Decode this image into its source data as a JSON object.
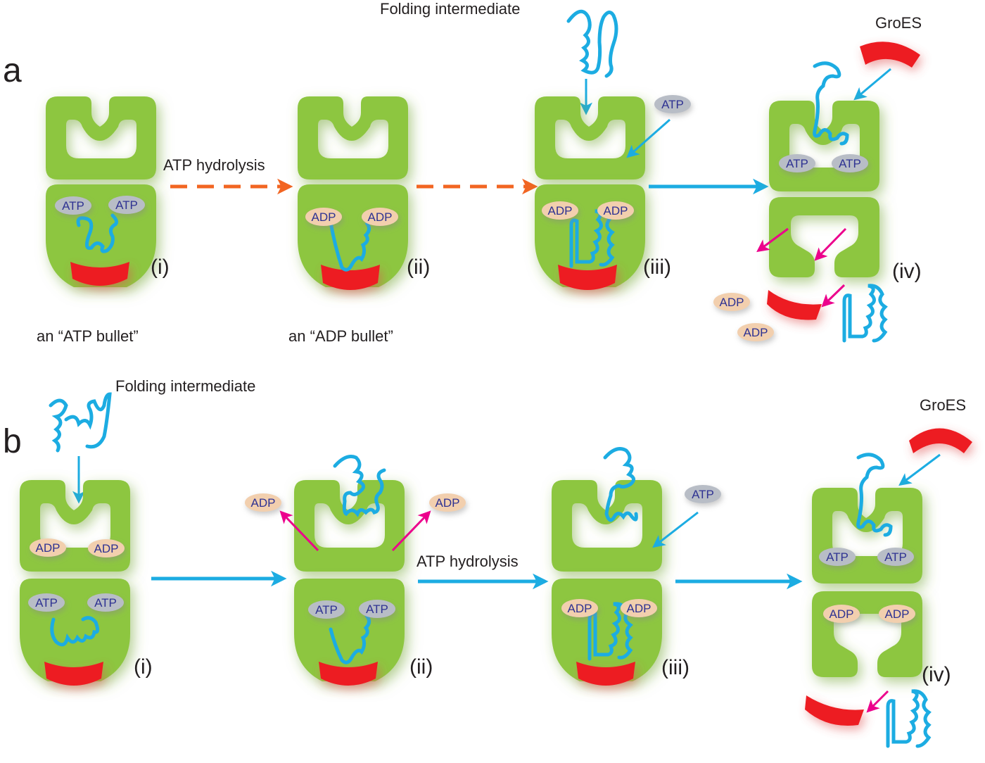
{
  "colors": {
    "ring": "#8dc63f",
    "cap": "#ed1c24",
    "protein": "#1cace2",
    "flow_arrow": "#1cace2",
    "hydrolysis_arrow": "#f26522",
    "release_arrow": "#ec008c",
    "atp_pill": "#b8bdc6",
    "adp_pill": "#f2cfae",
    "pill_text": "#2e3192"
  },
  "panel_a": {
    "letter": "a",
    "folding_label": "Folding intermediate",
    "hydrolysis_label": "ATP hydrolysis",
    "groes_label": "GroES",
    "stages": [
      "(i)",
      "(ii)",
      "(iii)",
      "(iv)"
    ],
    "bullet_labels": [
      "an “ATP bullet”",
      "an “ADP bullet”"
    ],
    "nucleotides": {
      "s1_bottom": [
        "ATP",
        "ATP"
      ],
      "s2_bottom": [
        "ADP",
        "ADP"
      ],
      "s3_free": "ATP",
      "s3_bottom": [
        "ADP",
        "ADP"
      ],
      "s4_top": [
        "ATP",
        "ATP"
      ],
      "s4_released": [
        "ADP",
        "ADP"
      ]
    }
  },
  "panel_b": {
    "letter": "b",
    "folding_label": "Folding intermediate",
    "hydrolysis_label": "ATP hydrolysis",
    "groes_label": "GroES",
    "stages": [
      "(i)",
      "(ii)",
      "(iii)",
      "(iv)"
    ],
    "nucleotides": {
      "s1_top": [
        "ADP",
        "ADP"
      ],
      "s1_bottom": [
        "ATP",
        "ATP"
      ],
      "s2_released": [
        "ADP",
        "ADP"
      ],
      "s2_bottom": [
        "ATP",
        "ATP"
      ],
      "s3_free": "ATP",
      "s3_bottom": [
        "ADP",
        "ADP"
      ],
      "s4_top": [
        "ATP",
        "ATP"
      ],
      "s4_bottom": [
        "ADP",
        "ADP"
      ]
    }
  }
}
